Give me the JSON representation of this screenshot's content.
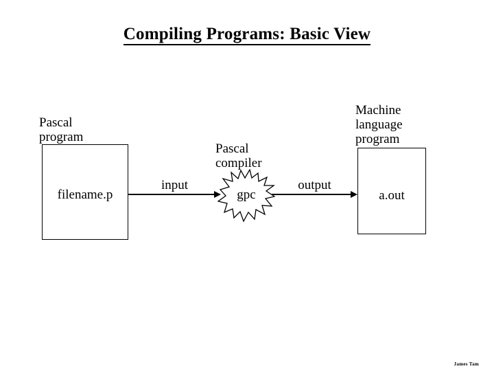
{
  "slide": {
    "title": "Compiling Programs: Basic View",
    "background_color": "#ffffff",
    "ink_color": "#000000",
    "credit": "James Tam"
  },
  "source": {
    "caption": "Pascal\nprogram",
    "box_label": "filename.p"
  },
  "compiler": {
    "caption": "Pascal\ncompiler",
    "shape_label": "gpc",
    "shape": "starburst"
  },
  "target": {
    "caption": "Machine\nlanguage\nprogram",
    "box_label": "a.out"
  },
  "arrows": {
    "input_label": "input",
    "output_label": "output"
  }
}
